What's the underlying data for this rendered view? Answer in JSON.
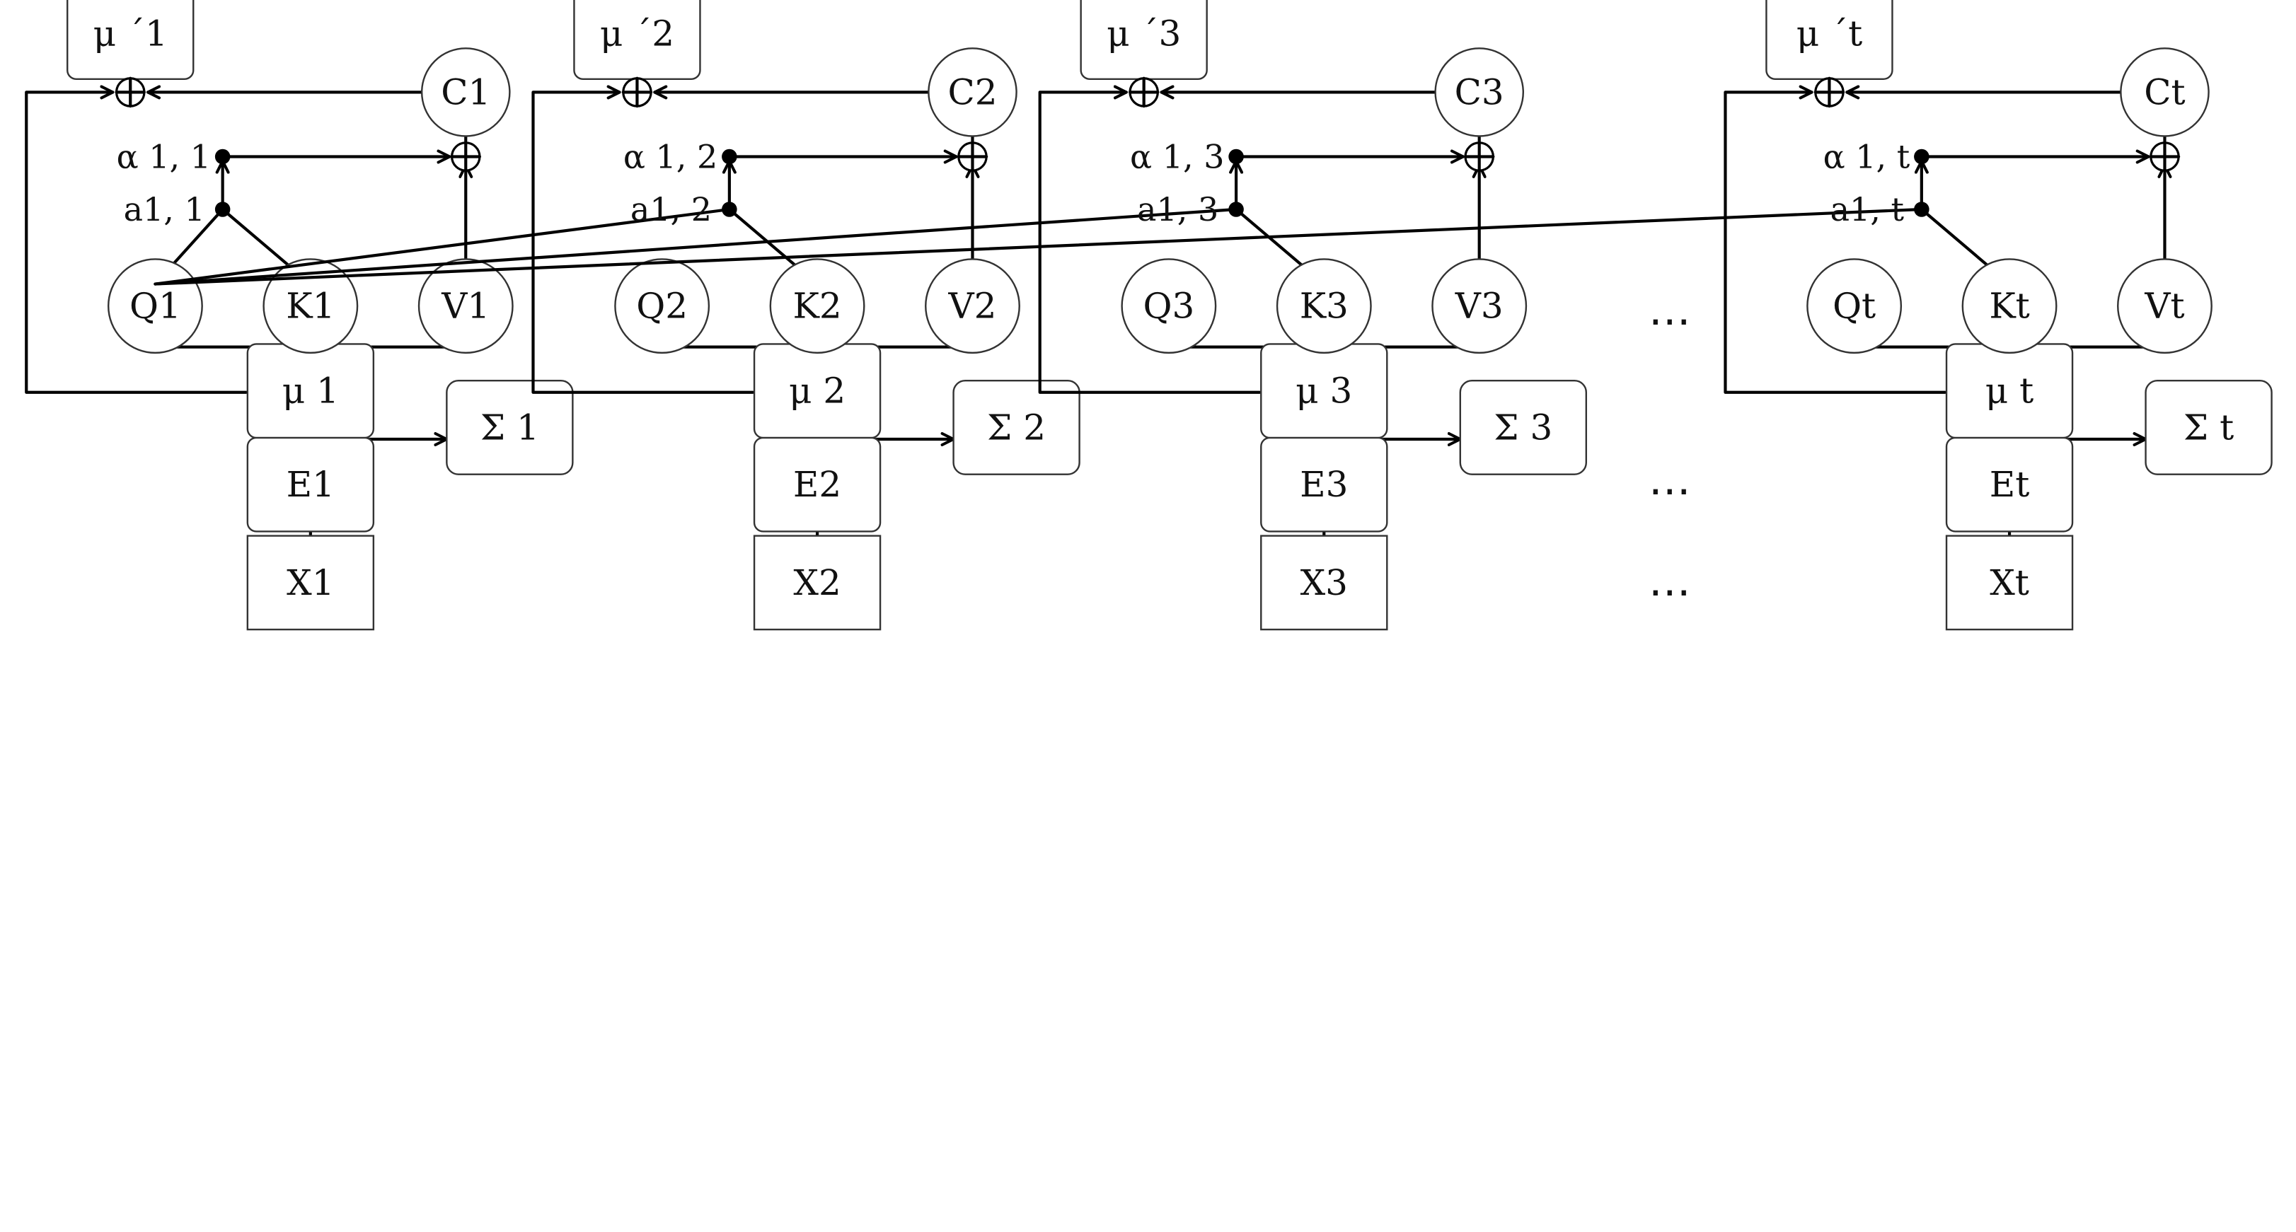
{
  "columns": [
    {
      "x_label": "X1",
      "e_label": "E1",
      "mu_label": "μ 1",
      "sigma_label": "Σ 1",
      "q_label": "Q1",
      "k_label": "K1",
      "v_label": "V1",
      "c_label": "C1",
      "mu_prime_label": "μ ´1",
      "a_label": "a1, 1",
      "alpha_label": "α 1, 1"
    },
    {
      "x_label": "X2",
      "e_label": "E2",
      "mu_label": "μ 2",
      "sigma_label": "Σ 2",
      "q_label": "Q2",
      "k_label": "K2",
      "v_label": "V2",
      "c_label": "C2",
      "mu_prime_label": "μ ´2",
      "a_label": "a1, 2",
      "alpha_label": "α 1, 2"
    },
    {
      "x_label": "X3",
      "e_label": "E3",
      "mu_label": "μ 3",
      "sigma_label": "Σ 3",
      "q_label": "Q3",
      "k_label": "K3",
      "v_label": "V3",
      "c_label": "C3",
      "mu_prime_label": "μ ´3",
      "a_label": "a1, 3",
      "alpha_label": "α 1, 3"
    },
    {
      "x_label": "Xt",
      "e_label": "Et",
      "mu_label": "μ t",
      "sigma_label": "Σ t",
      "q_label": "Qt",
      "k_label": "Kt",
      "v_label": "Vt",
      "c_label": "Ct",
      "mu_prime_label": "μ ´t",
      "a_label": "a1, t",
      "alpha_label": "α 1, t"
    }
  ],
  "ellipsis": [
    "…",
    "…",
    "…"
  ]
}
